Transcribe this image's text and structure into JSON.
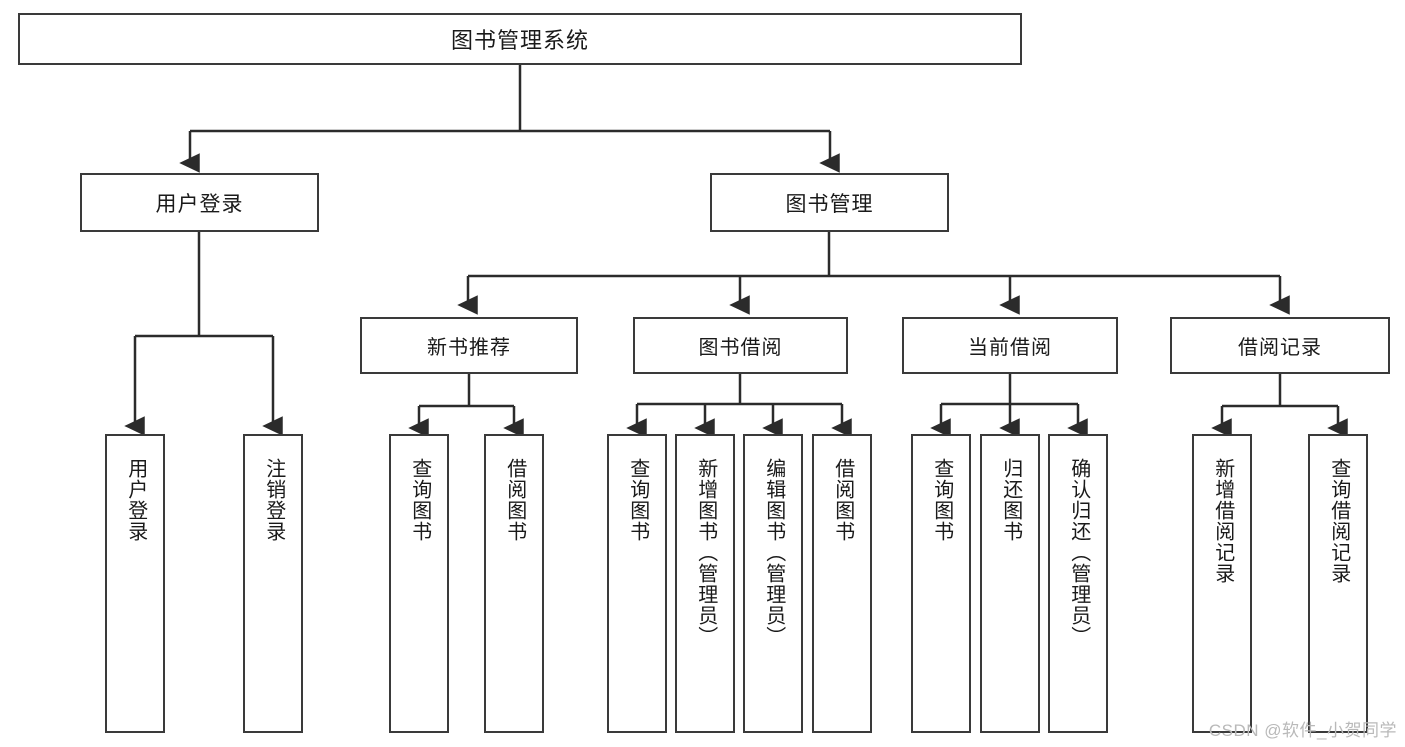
{
  "diagram": {
    "title": "图书管理系统",
    "type": "tree-hierarchy-diagram",
    "watermark": "CSDN @软件_小贺同学",
    "colors": {
      "background": "#ffffff",
      "box_border": "#3a3a3a",
      "box_fill": "#ffffff",
      "connector": "#2b2b2b",
      "text": "#1a1a1a",
      "watermark": "#b9b9b9"
    },
    "root": {
      "label": "图书管理系统"
    },
    "level1": [
      {
        "label": "用户登录"
      },
      {
        "label": "图书管理"
      }
    ],
    "level2": [
      {
        "label": "新书推荐"
      },
      {
        "label": "图书借阅"
      },
      {
        "label": "当前借阅"
      },
      {
        "label": "借阅记录"
      }
    ],
    "leaves": {
      "user_login": [
        {
          "label": "用户登录"
        },
        {
          "label": "注销登录"
        }
      ],
      "new_book_recommend": [
        {
          "label": "查询图书"
        },
        {
          "label": "借阅图书"
        }
      ],
      "book_borrow": [
        {
          "label": "查询图书"
        },
        {
          "label": "新增图书（管理员）"
        },
        {
          "label": "编辑图书（管理员）"
        },
        {
          "label": "借阅图书"
        }
      ],
      "current_borrow": [
        {
          "label": "查询图书"
        },
        {
          "label": "归还图书"
        },
        {
          "label": "确认归还（管理员）"
        }
      ],
      "borrow_record": [
        {
          "label": "新增借阅记录"
        },
        {
          "label": "查询借阅记录"
        }
      ]
    }
  }
}
